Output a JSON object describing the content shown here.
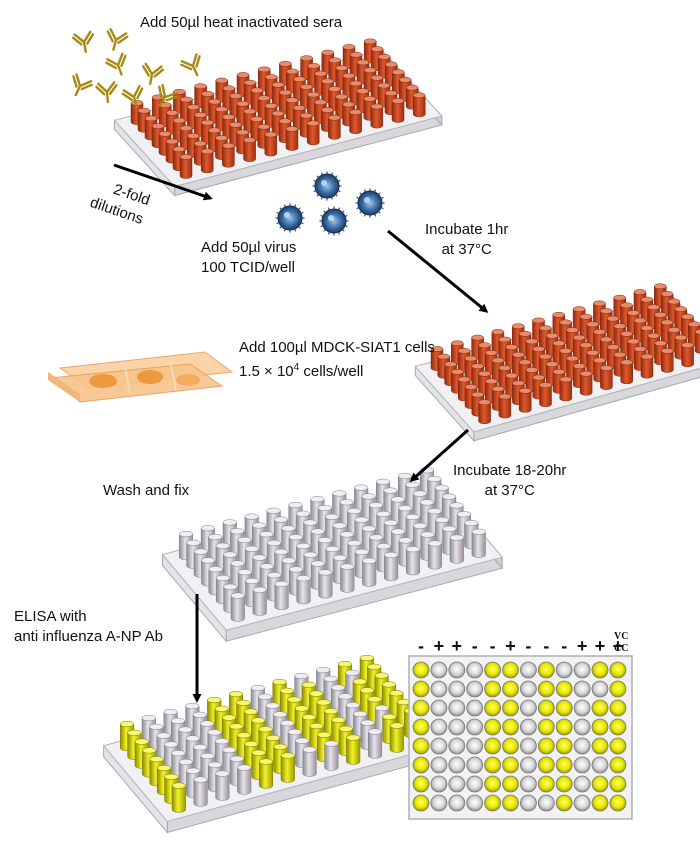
{
  "steps": {
    "add_sera": "Add 50µl heat inactivated sera",
    "dilution_1": "2-fold",
    "dilution_2": "dilutions",
    "add_virus_1": "Add 50µl virus",
    "add_virus_2": "100 TCID/well",
    "incubate1_1": "Incubate 1hr",
    "incubate1_2": "at 37°C",
    "add_cells_1": "Add 100µl MDCK-SIAT1 cells",
    "add_cells_2a": "1.5 × 10",
    "add_cells_2sup": "4",
    "add_cells_2b": " cells/well",
    "incubate2_1": "Incubate 18-20hr",
    "incubate2_2": "at 37°C",
    "wash_fix": "Wash and fix",
    "elisa_1": "ELISA with",
    "elisa_2": "anti influenza A-NP Ab"
  },
  "result_plate": {
    "column_signs": [
      "-",
      "+",
      "+",
      "-",
      "-",
      "+",
      "-",
      "-",
      "-",
      "+",
      "+",
      "+"
    ],
    "vc_label": "VC",
    "cc_label": "CC",
    "rows": [
      "yngnyygyngyy",
      "yngnyygyyngy",
      "ynngyygyynyy",
      "ynngyygyynyy",
      "yngnyygyynyy",
      "yngnyygyyngy",
      "yngnyygyygyy",
      "yngnyyggygyy"
    ]
  },
  "colors": {
    "red_well": "#c8431f",
    "grey_well": "#c4c4c4",
    "yellow_well": "#e6e600",
    "arrow": "#000000"
  }
}
